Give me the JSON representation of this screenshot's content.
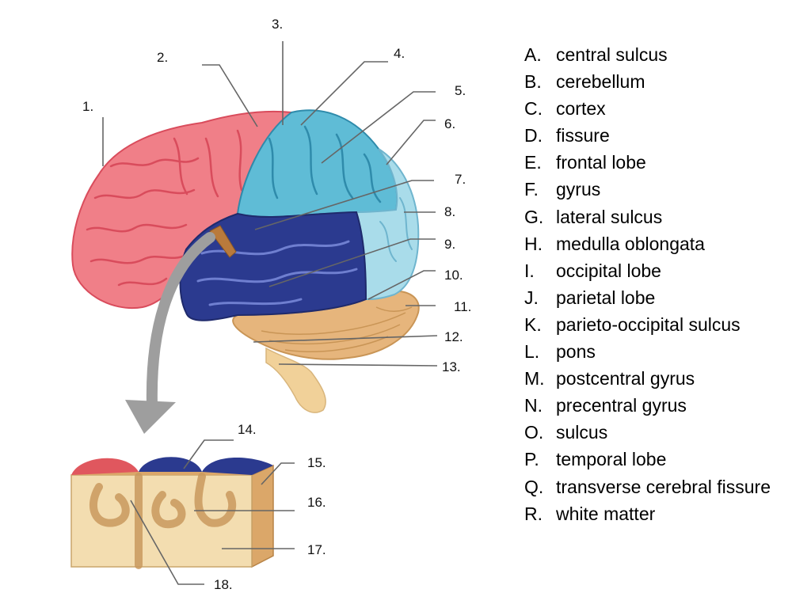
{
  "colors": {
    "frontal_lobe": "#f07f88",
    "frontal_groove": "#d94c5c",
    "parietal_lobe": "#5fbcd6",
    "parietal_groove": "#2f8bab",
    "occipital_lobe": "#a9dcea",
    "occipital_groove": "#6fb5ce",
    "temporal_lobe": "#2b3a8f",
    "temporal_groove": "#6f7fd0",
    "cerebellum": "#e6b57c",
    "brainstem": "#f1d199",
    "gray_matter_top": "#dba769",
    "white_matter": "#f3ddb0",
    "arrow": "#9e9e9e",
    "leader_line": "#666666"
  },
  "number_labels": [
    "1.",
    "2.",
    "3.",
    "4.",
    "5.",
    "6.",
    "7.",
    "8.",
    "9.",
    "10.",
    "11.",
    "12.",
    "13.",
    "14.",
    "15.",
    "16.",
    "17.",
    "18."
  ],
  "terms": [
    {
      "letter": "A.",
      "term": "central sulcus"
    },
    {
      "letter": "B.",
      "term": "cerebellum"
    },
    {
      "letter": "C.",
      "term": "cortex"
    },
    {
      "letter": "D.",
      "term": "fissure"
    },
    {
      "letter": "E.",
      "term": "frontal lobe"
    },
    {
      "letter": "F.",
      "term": "gyrus"
    },
    {
      "letter": "G.",
      "term": "lateral sulcus"
    },
    {
      "letter": "H.",
      "term": "medulla oblongata"
    },
    {
      "letter": "I.",
      "term": "occipital lobe"
    },
    {
      "letter": "J.",
      "term": "parietal lobe"
    },
    {
      "letter": "K.",
      "term": "parieto-occipital sulcus"
    },
    {
      "letter": "L.",
      "term": "pons"
    },
    {
      "letter": "M.",
      "term": "postcentral gyrus"
    },
    {
      "letter": "N.",
      "term": "precentral gyrus"
    },
    {
      "letter": "O.",
      "term": "sulcus"
    },
    {
      "letter": "P.",
      "term": "temporal lobe"
    },
    {
      "letter": "Q.",
      "term": "transverse cerebral fissure"
    },
    {
      "letter": "R.",
      "term": "white matter"
    }
  ]
}
